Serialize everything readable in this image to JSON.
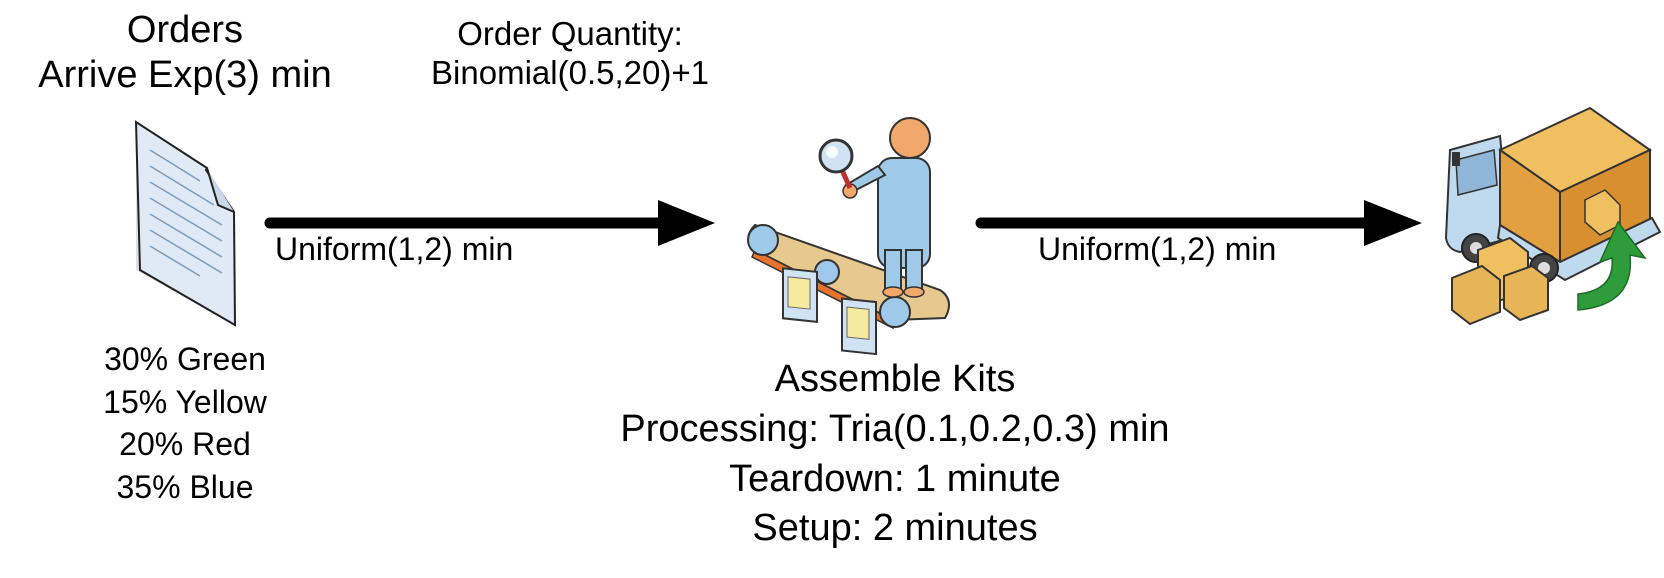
{
  "orders": {
    "title": "Orders",
    "arrival": "Arrive Exp(3) min"
  },
  "order_quantity": {
    "label": "Order Quantity:",
    "value": "Binomial(0.5,20)+1"
  },
  "color_mix": [
    "30% Green",
    "15% Yellow",
    "20% Red",
    "35% Blue"
  ],
  "edges": {
    "orders_to_assembly": "Uniform(1,2) min",
    "assembly_to_shipping": "Uniform(1,2) min"
  },
  "assemble": {
    "title": "Assemble Kits",
    "processing": "Processing: Tria(0.1,0.2,0.3) min",
    "teardown": "Teardown: 1 minute",
    "setup": "Setup: 2 minutes"
  },
  "icons": [
    "document-icon",
    "assembly-worker-icon",
    "delivery-truck-icon"
  ],
  "colors": {
    "arrow": "#000000",
    "document_fill": "#dfeaf6",
    "worker_skin": "#f2a76b",
    "belt_orange": "#e8742c",
    "box_tan": "#e0b060",
    "return_arrow_green": "#2e9c3a"
  }
}
